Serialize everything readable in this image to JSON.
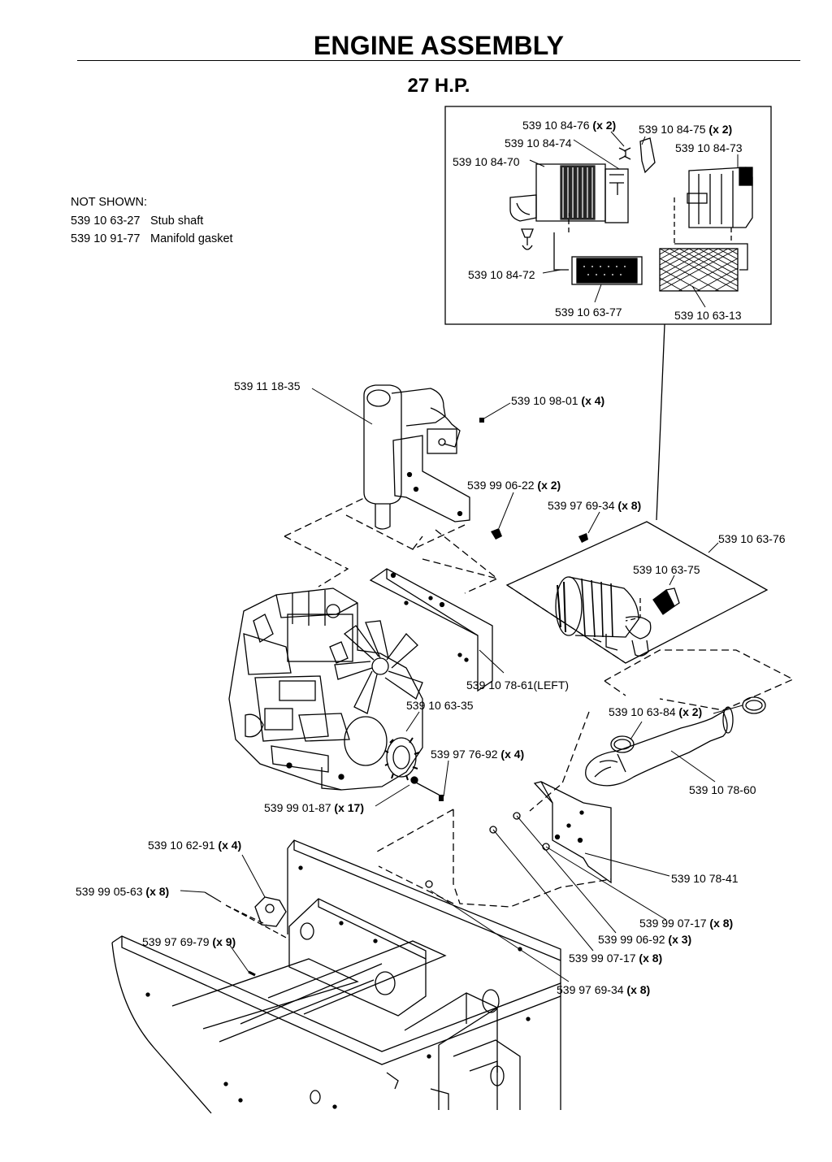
{
  "header": {
    "title": "ENGINE ASSEMBLY",
    "subtitle": "27 H.P."
  },
  "not_shown": {
    "heading": "NOT SHOWN:",
    "items": [
      {
        "part": "539 10 63-27",
        "desc": "Stub shaft"
      },
      {
        "part": "539 10 91-77",
        "desc": "Manifold gasket"
      }
    ]
  },
  "callouts": [
    {
      "id": "c1",
      "part": "539 10 84-76",
      "qty": "(x 2)"
    },
    {
      "id": "c2",
      "part": "539 10 84-75",
      "qty": "(x 2)"
    },
    {
      "id": "c3",
      "part": "539 10 84-74",
      "qty": ""
    },
    {
      "id": "c4",
      "part": "539 10 84-73",
      "qty": ""
    },
    {
      "id": "c5",
      "part": "539 10 84-70",
      "qty": ""
    },
    {
      "id": "c6",
      "part": "539 10 84-72",
      "qty": ""
    },
    {
      "id": "c7",
      "part": "539 10 63-77",
      "qty": ""
    },
    {
      "id": "c8",
      "part": "539 10 63-13",
      "qty": ""
    },
    {
      "id": "c9",
      "part": "539 11 18-35",
      "qty": ""
    },
    {
      "id": "c10",
      "part": "539 10 98-01",
      "qty": "(x 4)"
    },
    {
      "id": "c11",
      "part": "539 99 06-22",
      "qty": "(x 2)"
    },
    {
      "id": "c12",
      "part": "539 97 69-34",
      "qty": "(x 8)"
    },
    {
      "id": "c13",
      "part": "539 10 63-76",
      "qty": ""
    },
    {
      "id": "c14",
      "part": "539 10 63-75",
      "qty": ""
    },
    {
      "id": "c15",
      "part": "539 10 78-61(LEFT)",
      "qty": ""
    },
    {
      "id": "c16",
      "part": "539 10 63-35",
      "qty": ""
    },
    {
      "id": "c17",
      "part": "539 10 63-84",
      "qty": "(x 2)"
    },
    {
      "id": "c18",
      "part": "539 97 76-92",
      "qty": "(x 4)"
    },
    {
      "id": "c19",
      "part": "539 10 78-60",
      "qty": ""
    },
    {
      "id": "c20",
      "part": "539 99 01-87",
      "qty": "(x 17)"
    },
    {
      "id": "c21",
      "part": "539 10 62-91",
      "qty": "(x 4)"
    },
    {
      "id": "c22",
      "part": "539 99 05-63",
      "qty": "(x 8)"
    },
    {
      "id": "c23",
      "part": "539 10 78-41",
      "qty": ""
    },
    {
      "id": "c24",
      "part": "539 99 07-17",
      "qty": "(x 8)"
    },
    {
      "id": "c25",
      "part": "539 97 69-79",
      "qty": "(x 9)"
    },
    {
      "id": "c26",
      "part": "539 99 06-92",
      "qty": "(x 3)"
    },
    {
      "id": "c27",
      "part": "539 99 07-17",
      "qty": "(x 8)"
    },
    {
      "id": "c28",
      "part": "539 97 69-34",
      "qty": "(x 8)"
    }
  ]
}
